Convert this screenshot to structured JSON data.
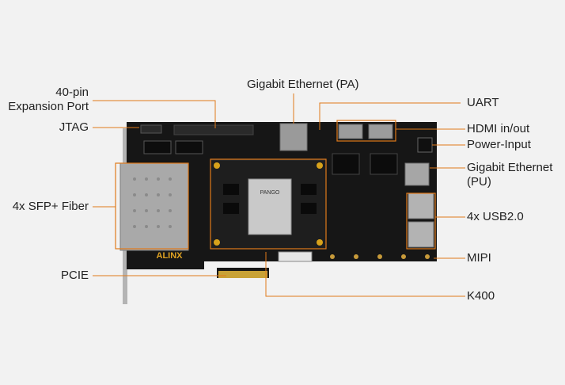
{
  "labels": {
    "expansion_port_line1": "40-pin",
    "expansion_port_line2": "Expansion Port",
    "jtag": "JTAG",
    "sfp_fiber": "4x SFP+ Fiber",
    "pcie": "PCIE",
    "gigabit_ethernet_pa": "Gigabit Ethernet (PA)",
    "uart": "UART",
    "hdmi": "HDMI in/out",
    "power_input": "Power-Input",
    "gigabit_ethernet_pu_line1": "Gigabit Ethernet",
    "gigabit_ethernet_pu_line2": "(PU)",
    "usb": "4x USB2.0",
    "mipi": "MIPI",
    "k400": "K400"
  },
  "board": {
    "brand": "ALINX",
    "chip_brand": "PANGO"
  },
  "colors": {
    "background": "#f2f2f2",
    "callout": "#e07a1a",
    "board": "#161616"
  }
}
